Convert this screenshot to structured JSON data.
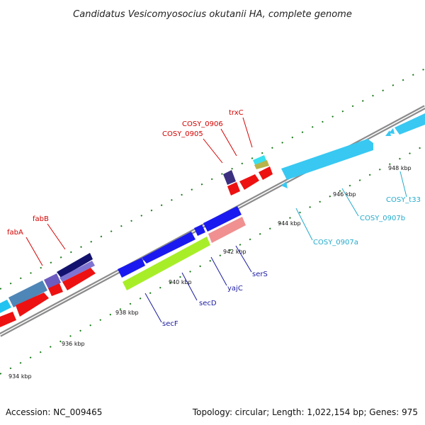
{
  "title": "Candidatus Vesicomyosocius okutanii HA, complete genome",
  "footer": {
    "accession": "Accession: NC_009465",
    "summary": "Topology: circular; Length: 1,022,154 bp; Genes: 975"
  },
  "colors": {
    "backbone": "#8c8c8c",
    "ticks": "#1a7a1a",
    "label_red": "#d40000",
    "label_blue": "#1a1aa0",
    "label_cyan": "#22aacc"
  },
  "scale": {
    "unit": "kbp",
    "tick_labels": [
      "934 kbp",
      "936 kbp",
      "938 kbp",
      "940 kbp",
      "942 kbp",
      "944 kbp",
      "946 kbp",
      "948 kbp"
    ]
  },
  "genes": [
    {
      "name": "fabA",
      "color": "red"
    },
    {
      "name": "fabB",
      "color": "red"
    },
    {
      "name": "COSY_0905",
      "color": "red"
    },
    {
      "name": "COSY_0906",
      "color": "red"
    },
    {
      "name": "trxC",
      "color": "red"
    },
    {
      "name": "secF",
      "color": "blue"
    },
    {
      "name": "secD",
      "color": "blue"
    },
    {
      "name": "yajC",
      "color": "blue"
    },
    {
      "name": "serS",
      "color": "blue"
    },
    {
      "name": "COSY_0907a",
      "color": "cyan"
    },
    {
      "name": "COSY_0907b",
      "color": "cyan"
    },
    {
      "name": "COSY_t33",
      "color": "cyan"
    }
  ]
}
